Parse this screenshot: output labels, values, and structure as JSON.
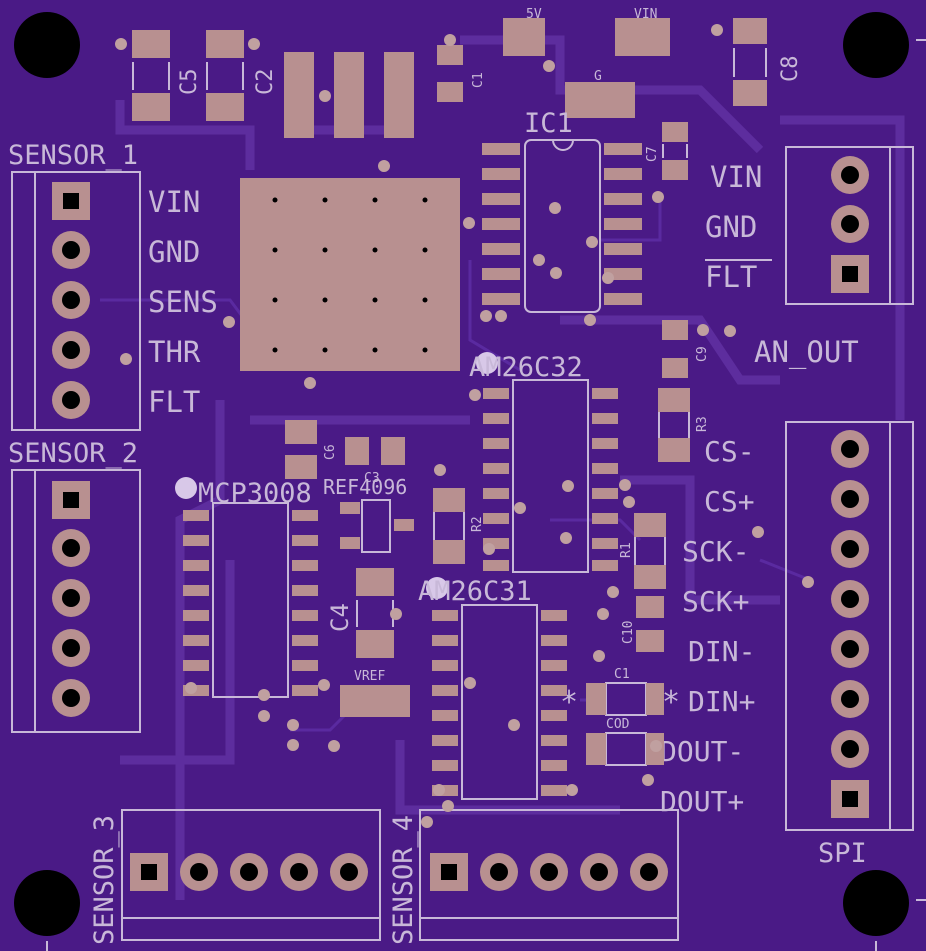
{
  "board": {
    "bg_color": "#4a1a86",
    "silk_color": "#c8b8d8",
    "pad_color": "#b89090"
  },
  "labels": {
    "sensor1": "SENSOR_1",
    "sensor2": "SENSOR_2",
    "sensor3": "SENSOR_3",
    "sensor4": "SENSOR_4",
    "vin": "VIN",
    "gnd": "GND",
    "sens": "SENS",
    "thr": "THR",
    "flt": "FLT",
    "vin_r": "VIN",
    "gnd_r": "GND",
    "flt_r": "FLT",
    "an_out": "AN_OUT",
    "cs_m": "CS-",
    "cs_p": "CS+",
    "sck_m": "SCK-",
    "sck_p": "SCK+",
    "din_m": "DIN-",
    "din_p": "DIN+",
    "dout_m": "DOUT-",
    "dout_p": "DOUT+",
    "spi": "SPI",
    "ic1": "IC1",
    "am26c32": "AM26C32",
    "am26c31": "AM26C31",
    "mcp3008": "MCP3008",
    "ref4096": "REF4096",
    "c5": "C5",
    "c2": "C2",
    "c1": "C1",
    "c8": "C8",
    "c7": "C7",
    "c9": "C9",
    "c6": "C6",
    "c3": "C3",
    "c4": "C4",
    "c10": "C10",
    "r1": "R1",
    "r2": "R2",
    "r3": "R3",
    "led_5v": "5V",
    "led_vin": "VIN",
    "led_g": "G",
    "led_vref": "VREF",
    "led_dout": "COD",
    "led_din": "C1"
  }
}
